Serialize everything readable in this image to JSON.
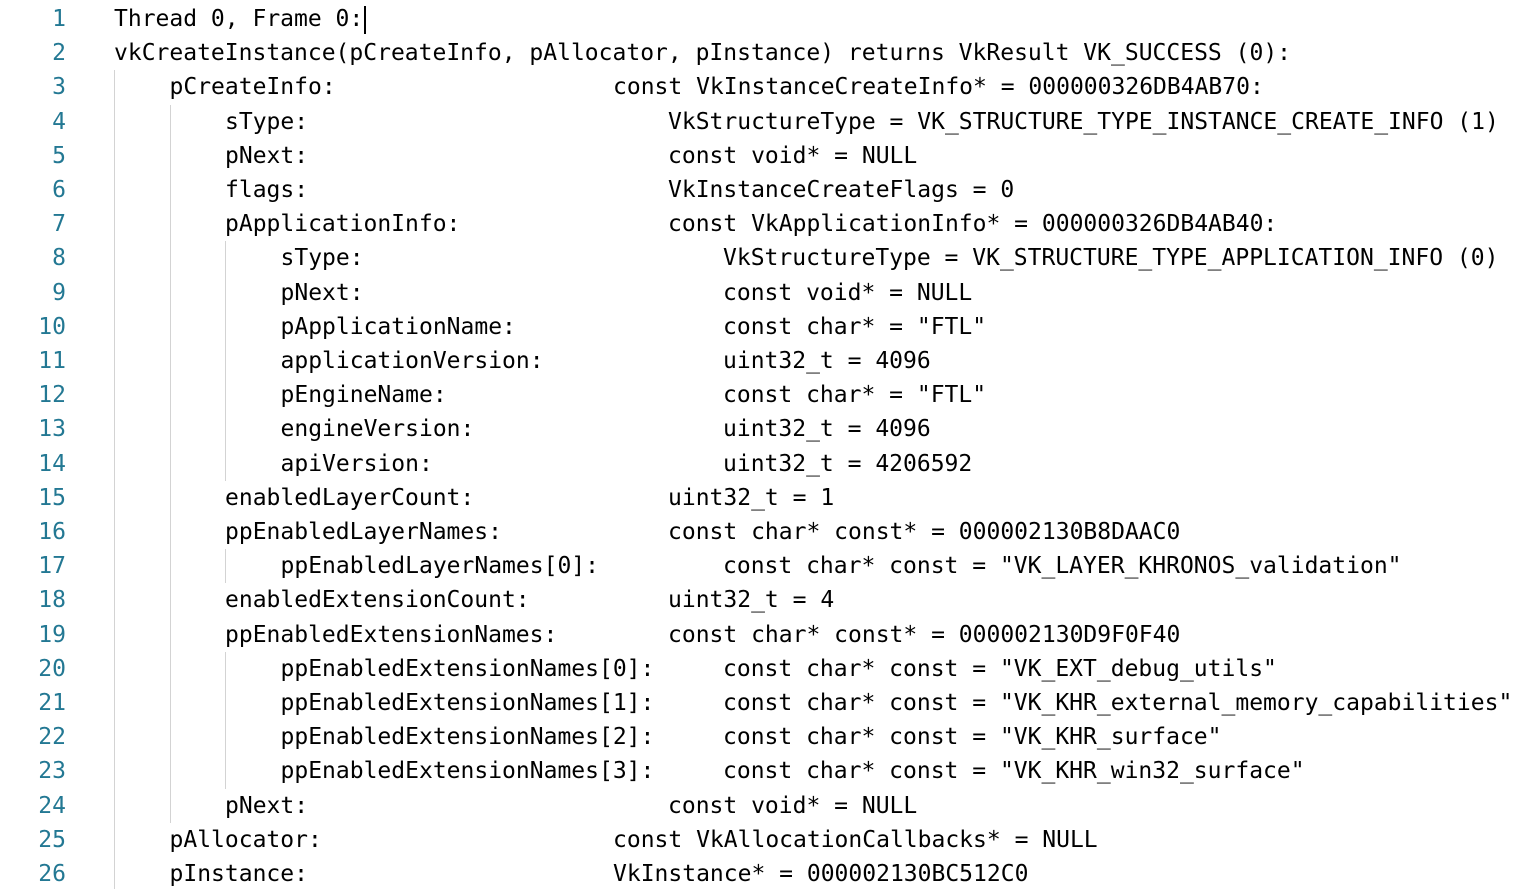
{
  "editor": {
    "colors": {
      "background": "#ffffff",
      "text": "#000000",
      "line_number": "#237893",
      "indent_guide": "#d3d3d3"
    },
    "lines": [
      {
        "num": "1",
        "indent": 0,
        "key": "Thread 0, Frame 0:",
        "val": ""
      },
      {
        "num": "2",
        "indent": 0,
        "key": "vkCreateInstance(pCreateInfo, pAllocator, pInstance) returns VkResult VK_SUCCESS (0):",
        "val": ""
      },
      {
        "num": "3",
        "indent": 1,
        "key": "pCreateInfo:",
        "val": "const VkInstanceCreateInfo* = 000000326DB4AB70:"
      },
      {
        "num": "4",
        "indent": 2,
        "key": "sType:",
        "val": "VkStructureType = VK_STRUCTURE_TYPE_INSTANCE_CREATE_INFO (1)"
      },
      {
        "num": "5",
        "indent": 2,
        "key": "pNext:",
        "val": "const void* = NULL"
      },
      {
        "num": "6",
        "indent": 2,
        "key": "flags:",
        "val": "VkInstanceCreateFlags = 0"
      },
      {
        "num": "7",
        "indent": 2,
        "key": "pApplicationInfo:",
        "val": "const VkApplicationInfo* = 000000326DB4AB40:"
      },
      {
        "num": "8",
        "indent": 3,
        "key": "sType:",
        "val": "VkStructureType = VK_STRUCTURE_TYPE_APPLICATION_INFO (0)"
      },
      {
        "num": "9",
        "indent": 3,
        "key": "pNext:",
        "val": "const void* = NULL"
      },
      {
        "num": "10",
        "indent": 3,
        "key": "pApplicationName:",
        "val": "const char* = \"FTL\""
      },
      {
        "num": "11",
        "indent": 3,
        "key": "applicationVersion:",
        "val": "uint32_t = 4096"
      },
      {
        "num": "12",
        "indent": 3,
        "key": "pEngineName:",
        "val": "const char* = \"FTL\""
      },
      {
        "num": "13",
        "indent": 3,
        "key": "engineVersion:",
        "val": "uint32_t = 4096"
      },
      {
        "num": "14",
        "indent": 3,
        "key": "apiVersion:",
        "val": "uint32_t = 4206592"
      },
      {
        "num": "15",
        "indent": 2,
        "key": "enabledLayerCount:",
        "val": "uint32_t = 1"
      },
      {
        "num": "16",
        "indent": 2,
        "key": "ppEnabledLayerNames:",
        "val": "const char* const* = 000002130B8DAAC0"
      },
      {
        "num": "17",
        "indent": 3,
        "key": "ppEnabledLayerNames[0]:",
        "val": "const char* const = \"VK_LAYER_KHRONOS_validation\""
      },
      {
        "num": "18",
        "indent": 2,
        "key": "enabledExtensionCount:",
        "val": "uint32_t = 4"
      },
      {
        "num": "19",
        "indent": 2,
        "key": "ppEnabledExtensionNames:",
        "val": "const char* const* = 000002130D9F0F40"
      },
      {
        "num": "20",
        "indent": 3,
        "key": "ppEnabledExtensionNames[0]:",
        "val": "const char* const = \"VK_EXT_debug_utils\""
      },
      {
        "num": "21",
        "indent": 3,
        "key": "ppEnabledExtensionNames[1]:",
        "val": "const char* const = \"VK_KHR_external_memory_capabilities\""
      },
      {
        "num": "22",
        "indent": 3,
        "key": "ppEnabledExtensionNames[2]:",
        "val": "const char* const = \"VK_KHR_surface\""
      },
      {
        "num": "23",
        "indent": 3,
        "key": "ppEnabledExtensionNames[3]:",
        "val": "const char* const = \"VK_KHR_win32_surface\""
      },
      {
        "num": "24",
        "indent": 2,
        "key": "pNext:",
        "val": "const void* = NULL"
      },
      {
        "num": "25",
        "indent": 1,
        "key": "pAllocator:",
        "val": "const VkAllocationCallbacks* = NULL"
      },
      {
        "num": "26",
        "indent": 1,
        "key": "pInstance:",
        "val": "VkInstance* = 000002130BC512C0"
      }
    ]
  }
}
